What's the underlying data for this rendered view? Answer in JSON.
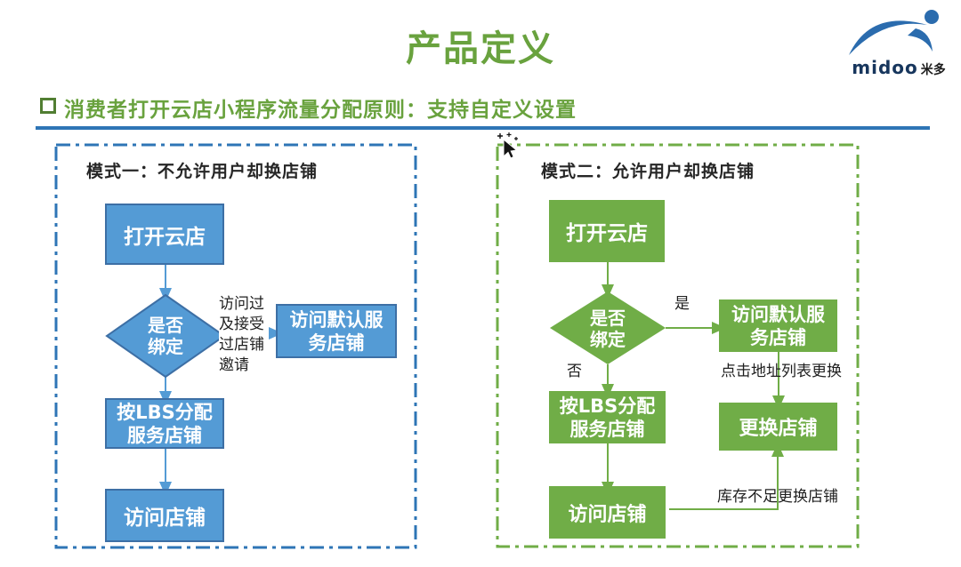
{
  "header": {
    "title": "产品定义"
  },
  "logo": {
    "brand": "midoo",
    "brand_cjk": "米多"
  },
  "subtitle": {
    "text": "消费者打开云店小程序流量分配原则：支持自定义设置"
  },
  "left_panel": {
    "title": "模式一：不允许用户却换店铺",
    "nodes": {
      "open_store": "打开云店",
      "decision": "是否\n绑定",
      "default_store": "访问默认服\n务店铺",
      "lbs_assign": "按LBS分配\n服务店铺",
      "visit_store": "访问店铺"
    },
    "labels": {
      "visited_invited": "访问过\n及接受\n过店铺\n邀请"
    }
  },
  "right_panel": {
    "title": "模式二：允许用户却换店铺",
    "nodes": {
      "open_store": "打开云店",
      "decision": "是否\n绑定",
      "default_store": "访问默认服\n务店铺",
      "lbs_assign": "按LBS分配\n服务店铺",
      "change_store": "更换店铺",
      "visit_store": "访问店铺"
    },
    "labels": {
      "yes": "是",
      "no": "否",
      "click_address": "点击地址列表更换",
      "out_of_stock": "库存不足更换店铺"
    }
  },
  "colors": {
    "flow_blue": "#549BD5",
    "flow_blue_border": "#3D6FA5",
    "flow_green": "#70AD47",
    "panel_blue_border": "#2E75B6",
    "title_green": "#69A23E",
    "divider_blue": "#2E75B6",
    "logo_blue": "#2B6CAE"
  }
}
